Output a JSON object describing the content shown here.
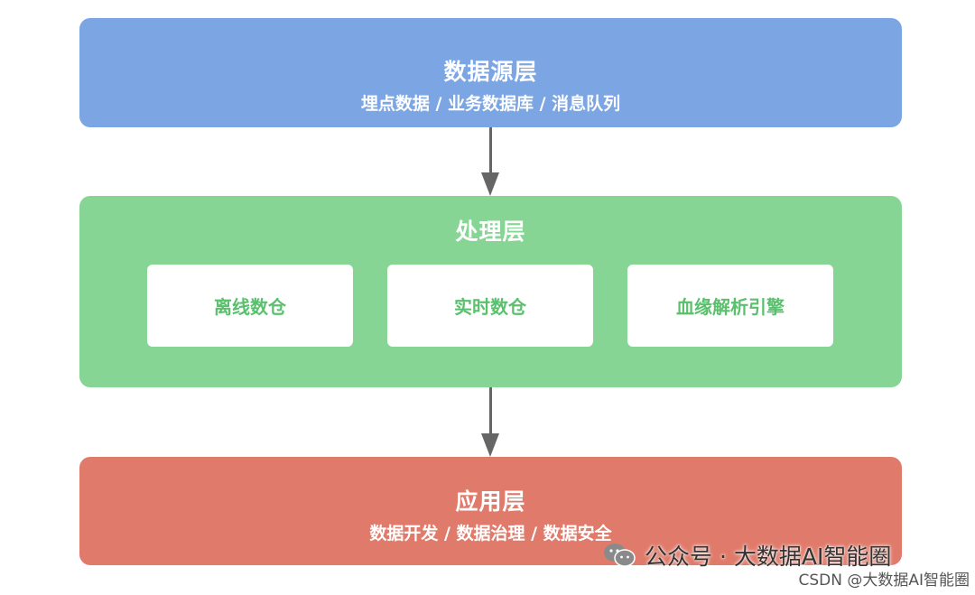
{
  "layers": {
    "source": {
      "title": "数据源层",
      "subtitle": "埋点数据 / 业务数据库 / 消息队列",
      "color": "#7ba5e3"
    },
    "process": {
      "title": "处理层",
      "color": "#86d595",
      "modules": [
        "离线数仓",
        "实时数仓",
        "血缘解析引擎"
      ]
    },
    "app": {
      "title": "应用层",
      "subtitle": "数据开发 / 数据治理 / 数据安全",
      "color": "#e07b6b"
    }
  },
  "edges": [
    {
      "from": "数据源层",
      "to": "处理层"
    },
    {
      "from": "处理层",
      "to": "应用层"
    }
  ],
  "watermark": {
    "wechat_icon": "wechat-icon",
    "wechat_text": "公众号 · 大数据AI智能圈",
    "csdn_text": "CSDN @大数据AI智能圈"
  }
}
